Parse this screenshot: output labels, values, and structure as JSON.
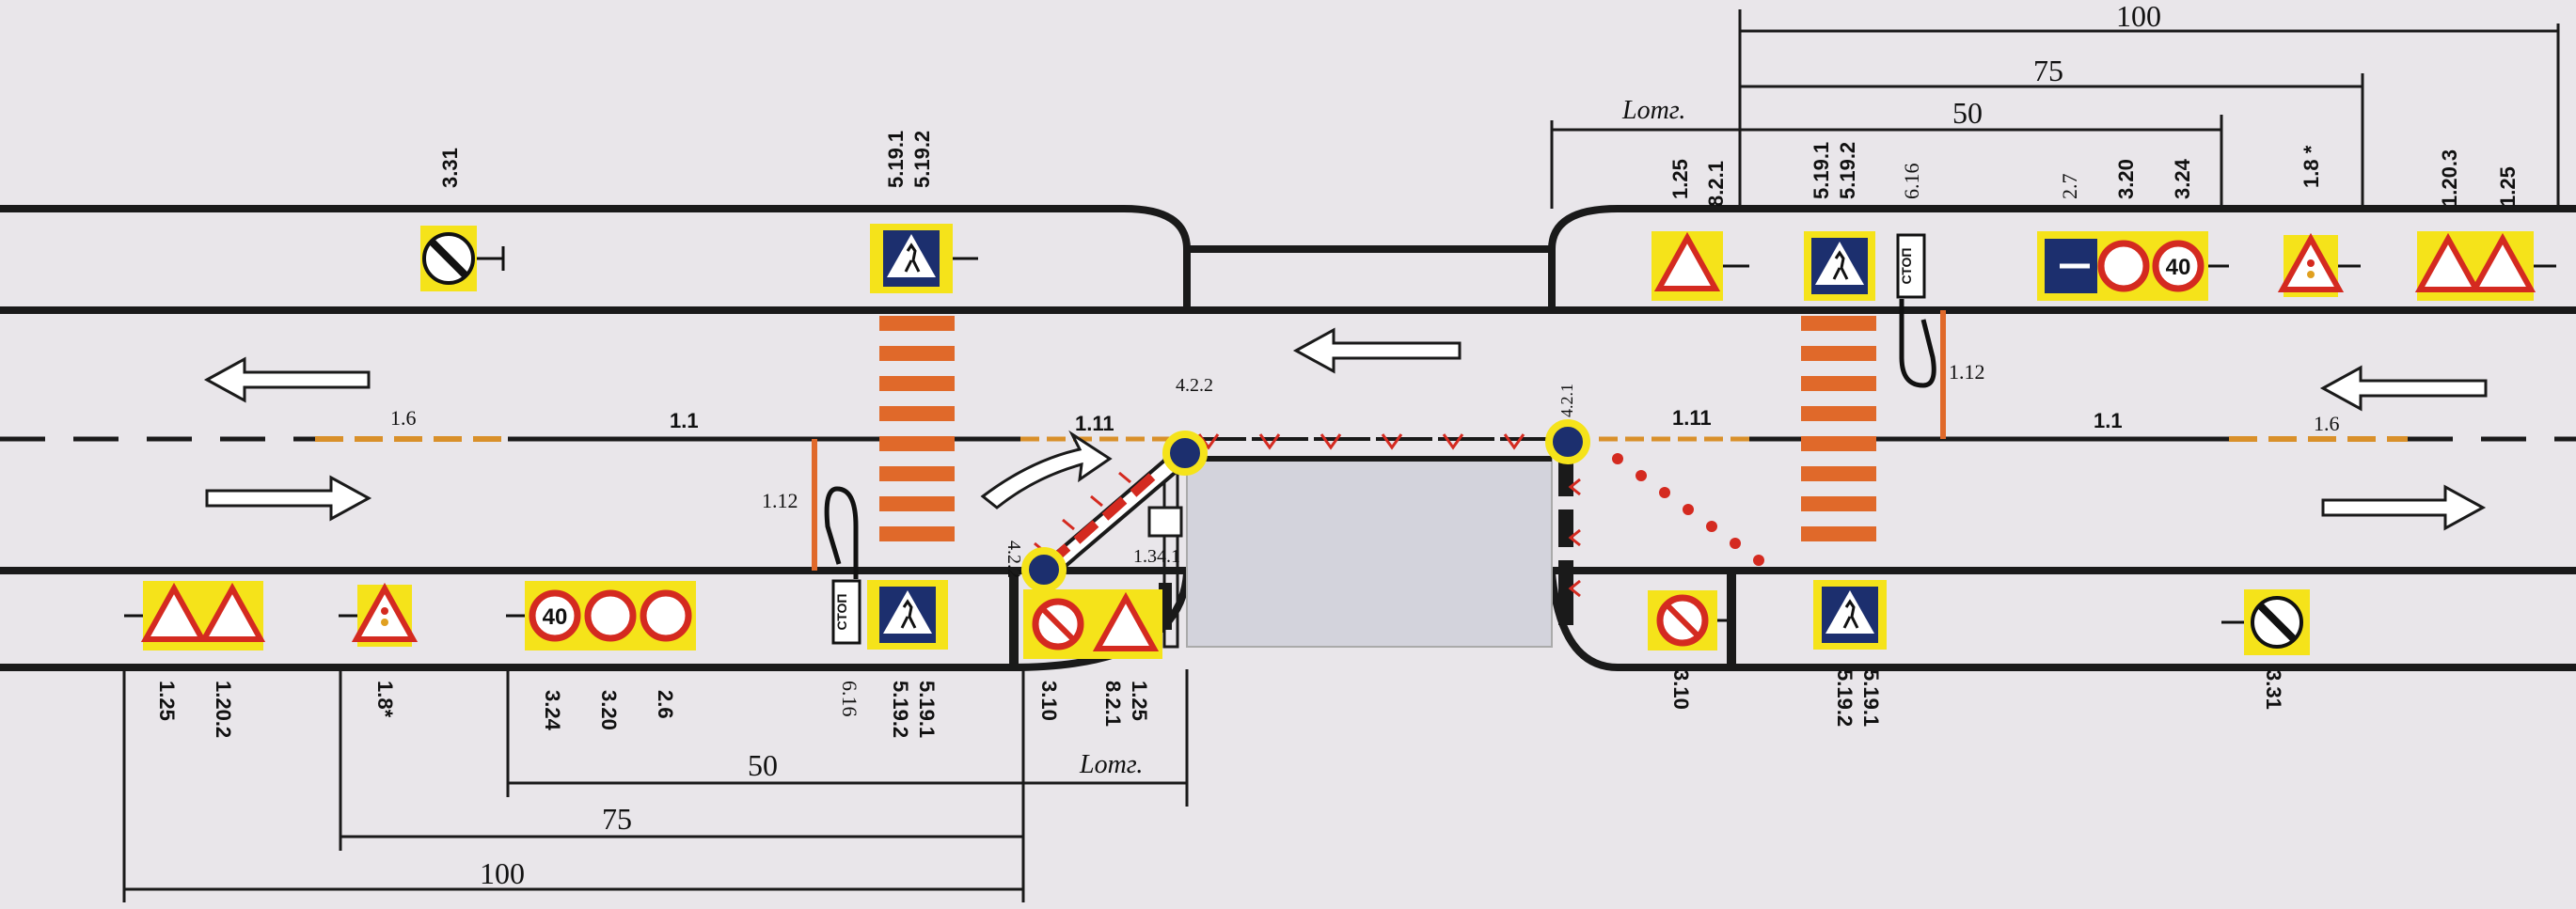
{
  "labels": {
    "top": {
      "s331": "3.31",
      "s519_1": "5.19.1",
      "s519_2": "5.19.2",
      "s125": "1.25",
      "s821": "8.2.1",
      "s519_1b": "5.19.1",
      "s519_2b": "5.19.2",
      "s616": "6.16",
      "s27": "2.7",
      "s320": "3.20",
      "s324": "3.24",
      "s18": "1.8 *",
      "s1203": "1.20.3",
      "s125b": "1.25"
    },
    "bottom": {
      "s125": "1.25",
      "s1202": "1.20.2",
      "s18": "1.8*",
      "s324": "3.24",
      "s320": "3.20",
      "s26": "2.6",
      "s616": "6.16",
      "s519_1": "5.19.1",
      "s519_2": "5.19.2",
      "s310": "3.10",
      "s821": "8.2.1",
      "s125b": "1.25",
      "s310b": "3.10",
      "s519_1b": "5.19.1",
      "s519_2b": "5.19.2",
      "s331": "3.31"
    },
    "markings": {
      "m16_left": "1.6",
      "m11_left": "1.1",
      "m111_left": "1.11",
      "m422_top": "4.2.2",
      "m421": "4.2.1",
      "m111_right": "1.11",
      "m11_right": "1.1",
      "m16_right": "1.6",
      "m112_left": "1.12",
      "m112_right": "1.12",
      "m422_bottom": "4.2.2",
      "m1341": "1.34.1"
    },
    "dimensions": {
      "top": {
        "d100": "100",
        "d75": "75",
        "d50": "50",
        "lotg": "Lотг."
      },
      "bottom": {
        "d100": "100",
        "d75": "75",
        "d50": "50",
        "lotg": "Lотг."
      }
    },
    "sign_text": {
      "stop": "СТОП",
      "speed": "40"
    }
  },
  "colors": {
    "background": "#e9e6ea",
    "road_line": "#1a1a1a",
    "sign_yellow": "#f5e31a",
    "sign_blue": "#1c2f6e",
    "sign_red": "#d42a20",
    "crossing_orange": "#e0692a",
    "work_zone": "#d3d3dc",
    "dot_red": "#d42a20"
  }
}
